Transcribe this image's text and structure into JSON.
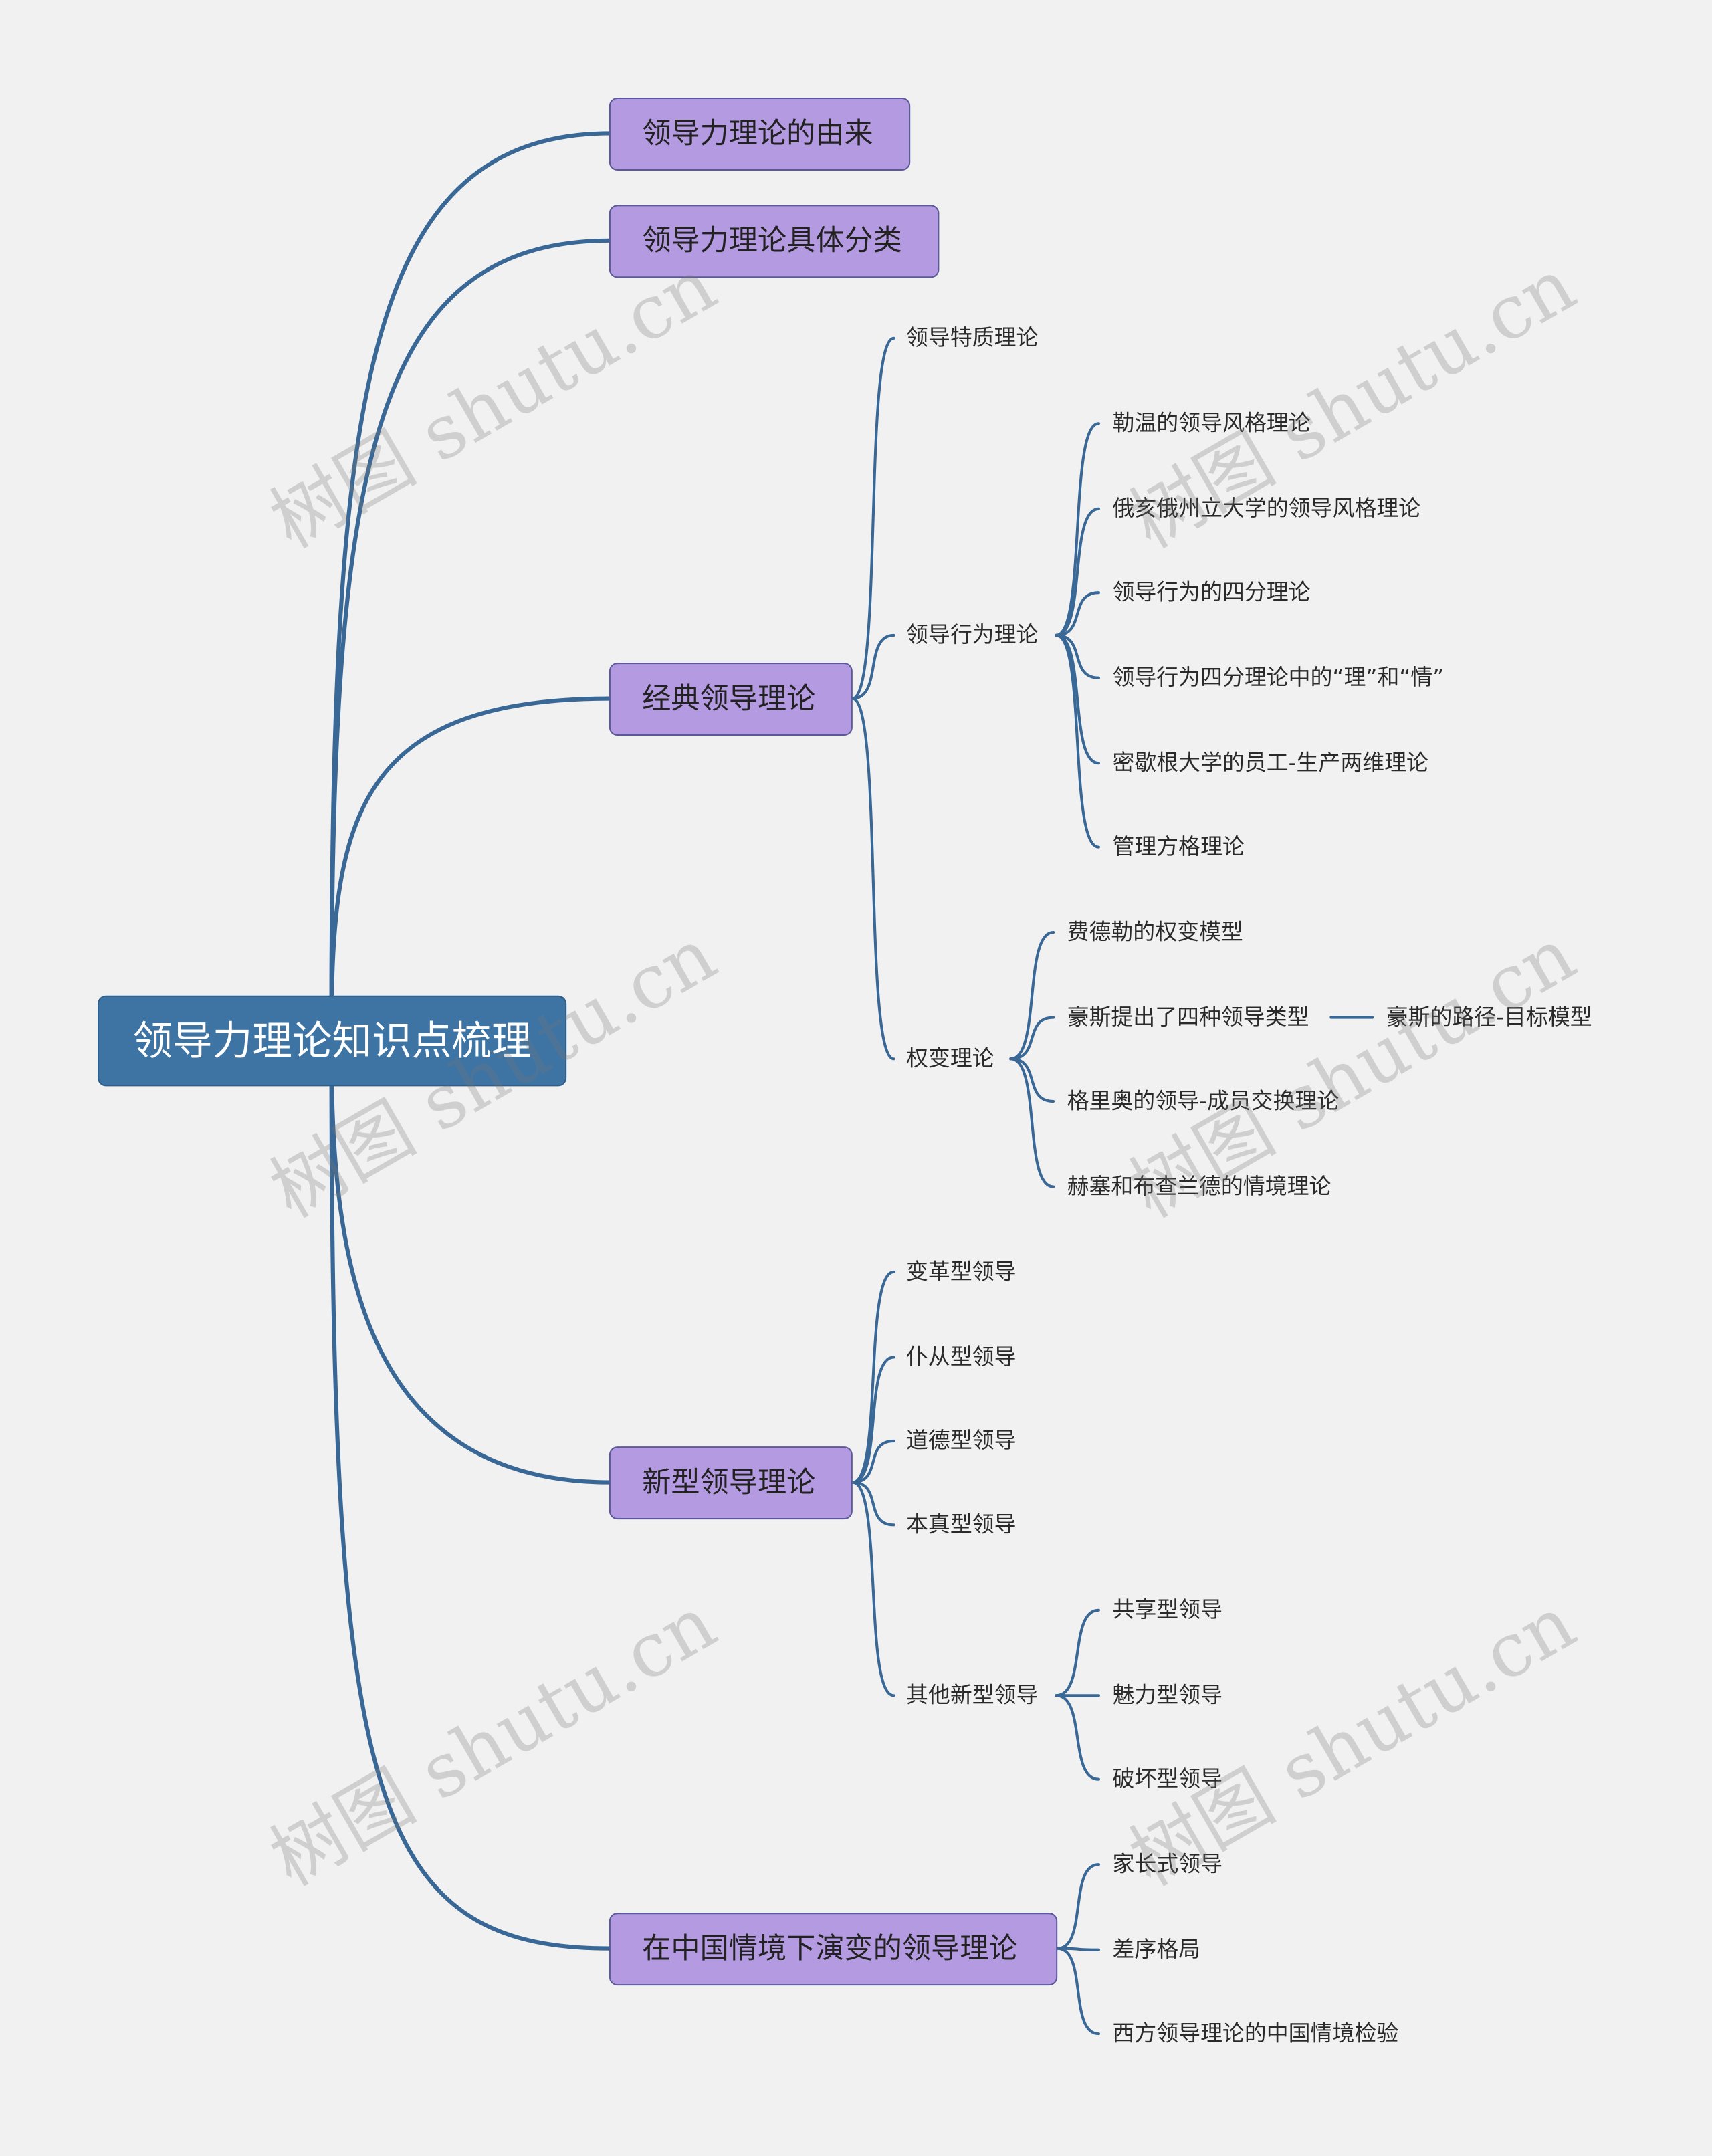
{
  "root": {
    "label": "领导力理论知识点梳理"
  },
  "topics": {
    "origin": {
      "label": "领导力理论的由来"
    },
    "classification": {
      "label": "领导力理论具体分类"
    },
    "classic": {
      "label": "经典领导理论",
      "trait": "领导特质理论",
      "behavior": {
        "label": "领导行为理论",
        "items": [
          "勒温的领导风格理论",
          "俄亥俄州立大学的领导风格理论",
          "领导行为的四分理论",
          "领导行为四分理论中的“理”和“情”",
          "密歇根大学的员工-生产两维理论",
          "管理方格理论"
        ]
      },
      "contingency": {
        "label": "权变理论",
        "fiedler": "费德勒的权变模型",
        "house": "豪斯提出了四种领导类型",
        "house_child": "豪斯的路径-目标模型",
        "graen": "格里奥的领导-成员交换理论",
        "hersey": "赫塞和布查兰德的情境理论"
      }
    },
    "new": {
      "label": "新型领导理论",
      "items": [
        "变革型领导",
        "仆从型领导",
        "道德型领导",
        "本真型领导"
      ],
      "other": {
        "label": "其他新型领导",
        "items": [
          "共享型领导",
          "魅力型领导",
          "破坏型领导"
        ]
      }
    },
    "china": {
      "label": "在中国情境下演变的领导理论",
      "items": [
        "家长式领导",
        "差序格局",
        "西方领导理论的中国情境检验"
      ]
    }
  },
  "watermark": "树图 shutu.cn",
  "colors": {
    "background": "#f1f1f1",
    "root_fill": "#3d74a3",
    "topic_fill": "#b49ae0",
    "line": "#3a6896"
  }
}
